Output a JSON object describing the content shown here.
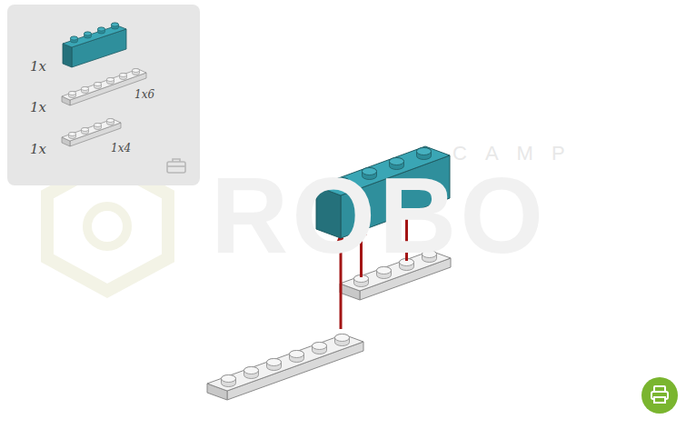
{
  "diagram": {
    "labels": [
      "1x",
      "1x",
      "1x6",
      "1x",
      "1x4",
      "CAMP",
      "ROBO"
    ]
  }
}
